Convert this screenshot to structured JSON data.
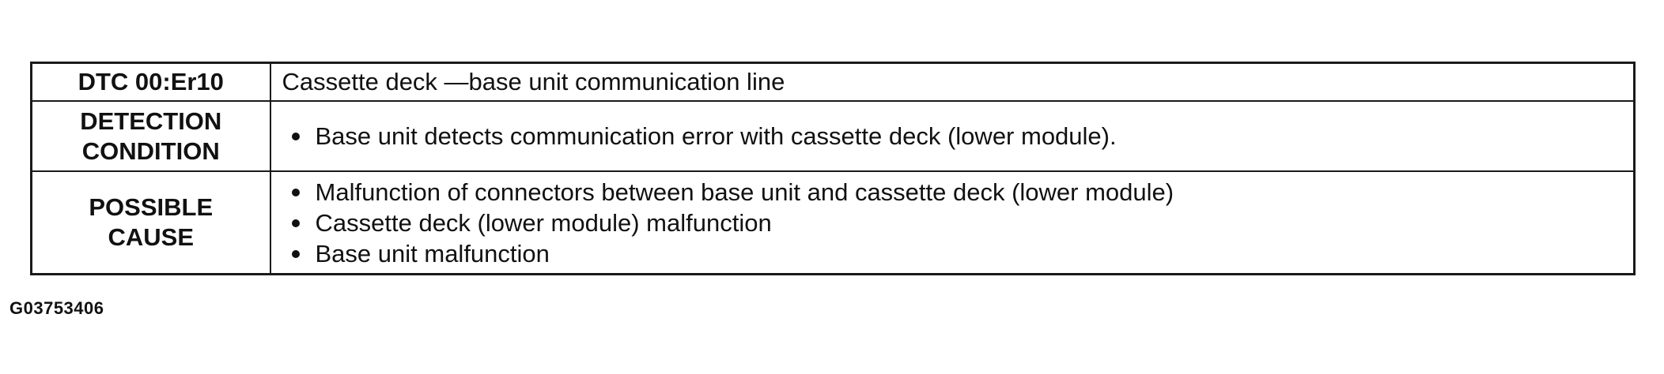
{
  "table": {
    "rows": [
      {
        "header": "DTC 00:Er10",
        "content": "Cassette deck —base unit communication line"
      },
      {
        "header_lines": [
          "DETECTION",
          "CONDITION"
        ],
        "bullets": [
          "Base unit detects communication error with cassette deck (lower module)."
        ]
      },
      {
        "header_lines": [
          "POSSIBLE",
          "CAUSE"
        ],
        "bullets": [
          "Malfunction of connectors between base unit and cassette deck (lower module)",
          "Cassette deck (lower module) malfunction",
          "Base unit malfunction"
        ]
      }
    ]
  },
  "figure_id": "G03753406"
}
